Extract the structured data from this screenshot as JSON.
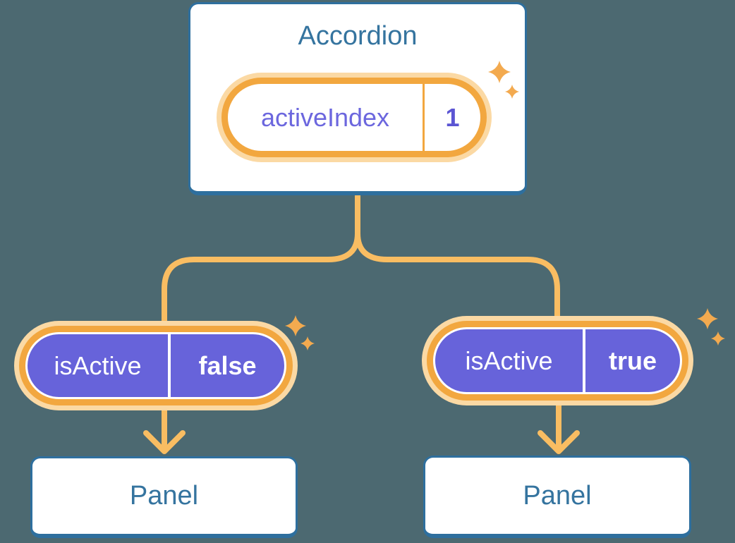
{
  "root_card": {
    "title": "Accordion",
    "state_pill": {
      "label": "activeIndex",
      "value": "1"
    }
  },
  "prop_pills": [
    {
      "label": "isActive",
      "value": "false"
    },
    {
      "label": "isActive",
      "value": "true"
    }
  ],
  "panels": [
    {
      "title": "Panel"
    },
    {
      "title": "Panel"
    }
  ],
  "icons": {
    "sparkle": "four-point-star-sparkle"
  },
  "colors": {
    "background": "#4C6971",
    "card_border": "#2E6F9E",
    "heading_text": "#35749F",
    "pill_glow": "#FBD9A4",
    "pill_ring": "#F2A73F",
    "connector": "#F9BD62",
    "sparkle": "#F3AA4F",
    "prop_pill_fill": "#6763DA",
    "state_label_text": "#6C67DE",
    "state_value_text": "#5B55D3",
    "prop_text": "#FFFFFF"
  }
}
